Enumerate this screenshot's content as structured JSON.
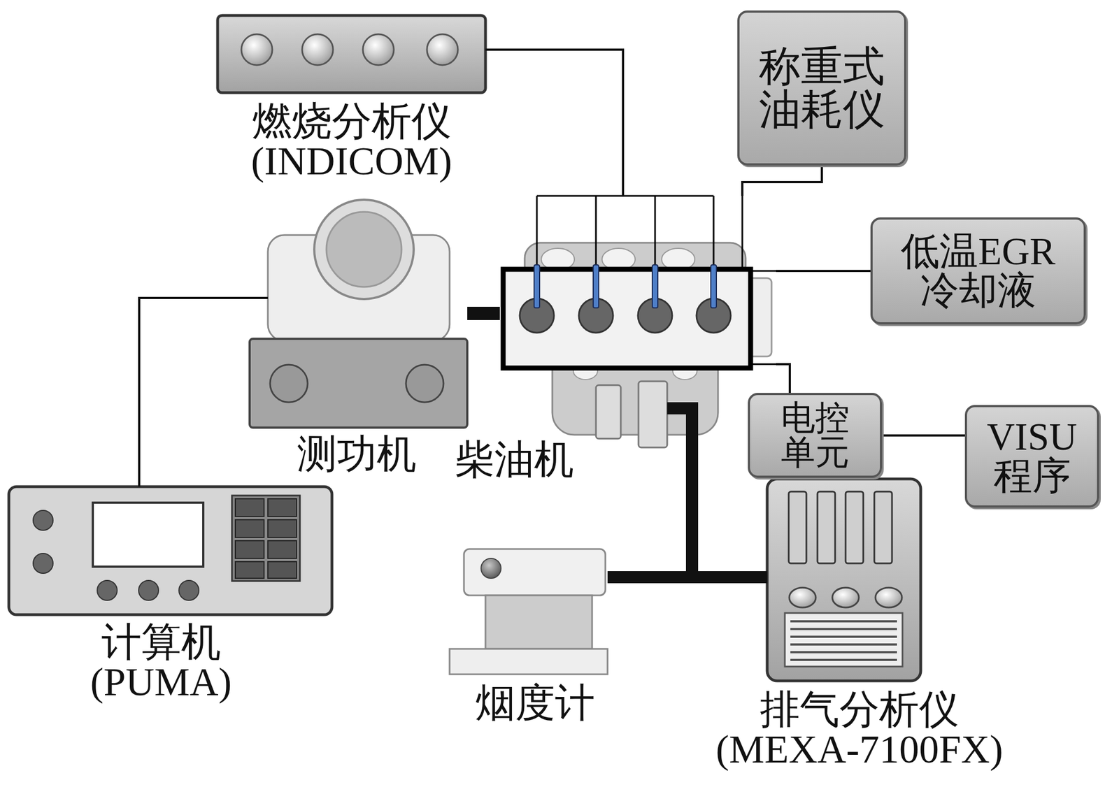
{
  "diagram": {
    "nodes": [
      {
        "text": [
          "燃烧分析仪 (INDICOM)"
        ]
      },
      {
        "text": [
          "称重式油耗仪"
        ]
      },
      {
        "text": [
          "测功机"
        ]
      },
      {
        "text": [
          "柴油机"
        ]
      },
      {
        "text": [
          "低温EGR冷却液"
        ]
      },
      {
        "text": [
          "电控单元"
        ]
      },
      {
        "text": [
          "VISU程序"
        ]
      },
      {
        "text": [
          "计算机 (PUMA)"
        ]
      },
      {
        "text": [
          "烟度计"
        ]
      },
      {
        "text": [
          "排气分析仪 (MEXA-7100FX)"
        ]
      }
    ],
    "edges": [
      {
        "from": 0,
        "to": 3,
        "arrow": "none"
      },
      {
        "from": 1,
        "to": 3,
        "arrow": "none"
      },
      {
        "from": 4,
        "to": 3,
        "arrow": "none"
      },
      {
        "from": 3,
        "to": 5,
        "arrow": "none"
      },
      {
        "from": 5,
        "to": 6,
        "arrow": "none"
      },
      {
        "from": 7,
        "to": 2,
        "arrow": "none"
      },
      {
        "from": 2,
        "to": 3,
        "arrow": "none"
      },
      {
        "from": 3,
        "to": 8,
        "arrow": "none"
      },
      {
        "from": 3,
        "to": 9,
        "arrow": "none"
      }
    ]
  }
}
